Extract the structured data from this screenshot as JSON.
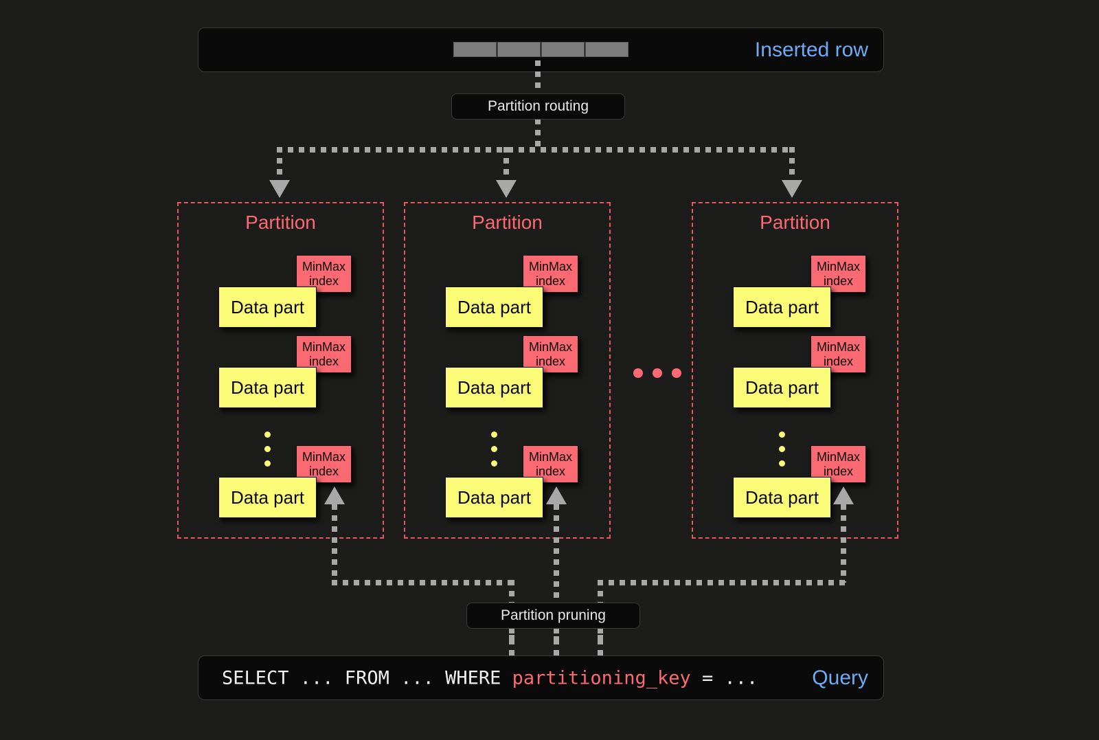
{
  "diagram": {
    "title": "Partitioning: insert routing and query pruning",
    "background_color": "#1c1c1b"
  },
  "colors": {
    "background": "#1c1c1b",
    "bar_background": "#0a0a0a",
    "bar_border": "#3a3a3a",
    "accent_blue": "#6fabf5",
    "accent_red": "#fb6a72",
    "partition_border": "#e8565e",
    "data_part_yellow": "#fbfb77",
    "connector_gray": "#a8a8a8",
    "row_cell_gray": "#7d7d7d",
    "text_light": "#e8e8e8"
  },
  "top": {
    "inserted_row": {
      "label": "Inserted row",
      "cell_count": 4,
      "cells": [
        "",
        "",
        "",
        ""
      ]
    },
    "routing": {
      "label": "Partition routing"
    }
  },
  "partitions": [
    {
      "title": "Partition",
      "parts": [
        {
          "data_part_label": "Data part",
          "index_line_1": "MinMax",
          "index_line_2": "index"
        },
        {
          "data_part_label": "Data part",
          "index_line_1": "MinMax",
          "index_line_2": "index"
        },
        {
          "data_part_label": "Data part",
          "index_line_1": "MinMax",
          "index_line_2": "index"
        }
      ],
      "ellipsis_dots": 3
    },
    {
      "title": "Partition",
      "parts": [
        {
          "data_part_label": "Data part",
          "index_line_1": "MinMax",
          "index_line_2": "index"
        },
        {
          "data_part_label": "Data part",
          "index_line_1": "MinMax",
          "index_line_2": "index"
        },
        {
          "data_part_label": "Data part",
          "index_line_1": "MinMax",
          "index_line_2": "index"
        }
      ],
      "ellipsis_dots": 3
    },
    {
      "title": "Partition",
      "parts": [
        {
          "data_part_label": "Data part",
          "index_line_1": "MinMax",
          "index_line_2": "index"
        },
        {
          "data_part_label": "Data part",
          "index_line_1": "MinMax",
          "index_line_2": "index"
        },
        {
          "data_part_label": "Data part",
          "index_line_1": "MinMax",
          "index_line_2": "index"
        }
      ],
      "ellipsis_dots": 3
    }
  ],
  "between_partitions": {
    "ellipsis_dots": 3
  },
  "bottom": {
    "pruning": {
      "label": "Partition pruning"
    },
    "query": {
      "label": "Query",
      "sql_prefix": "SELECT ... FROM ... WHERE ",
      "sql_key": "partitioning_key",
      "sql_suffix": " = ..."
    }
  }
}
